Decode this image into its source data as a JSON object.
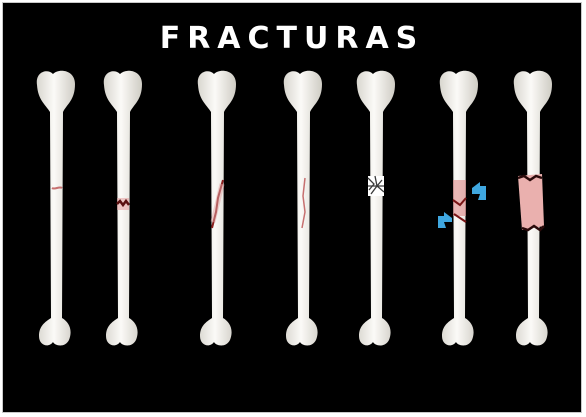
{
  "title": "FRACTURAS",
  "colors": {
    "background": "#000000",
    "bone": "#f4f2ee",
    "bone_shade": "#d9d6cf",
    "fracture_line": "#5a1010",
    "bruise": "#e08a8a",
    "arrow": "#3fa7e0"
  },
  "bones": [
    {
      "name": "bone-fisura",
      "fracture": "hairline"
    },
    {
      "name": "bone-transversa",
      "fracture": "transverse"
    },
    {
      "name": "bone-oblicua",
      "fracture": "oblique"
    },
    {
      "name": "bone-longitudinal",
      "fracture": "longitudinal"
    },
    {
      "name": "bone-conminuta",
      "fracture": "comminuted"
    },
    {
      "name": "bone-impactada",
      "fracture": "impacted",
      "icons": [
        "arrow-left-icon",
        "arrow-right-icon"
      ]
    },
    {
      "name": "bone-segmentaria",
      "fracture": "segmental"
    }
  ]
}
